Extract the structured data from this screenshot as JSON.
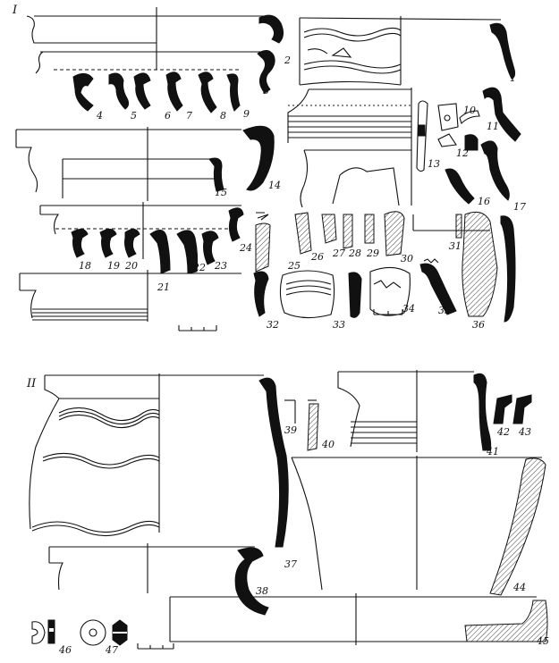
{
  "plate": {
    "section_labels": [
      "I",
      "II"
    ],
    "figure_numbers": [
      "1",
      "2",
      "3",
      "4",
      "5",
      "6",
      "7",
      "8",
      "9",
      "10",
      "11",
      "12",
      "13",
      "14",
      "15",
      "16",
      "17",
      "18",
      "19",
      "20",
      "21",
      "22",
      "23",
      "24",
      "25",
      "26",
      "27",
      "28",
      "29",
      "30",
      "31",
      "32",
      "33",
      "34",
      "35",
      "36",
      "37",
      "38",
      "39",
      "40",
      "41",
      "42",
      "43",
      "44",
      "45",
      "46",
      "47"
    ]
  }
}
